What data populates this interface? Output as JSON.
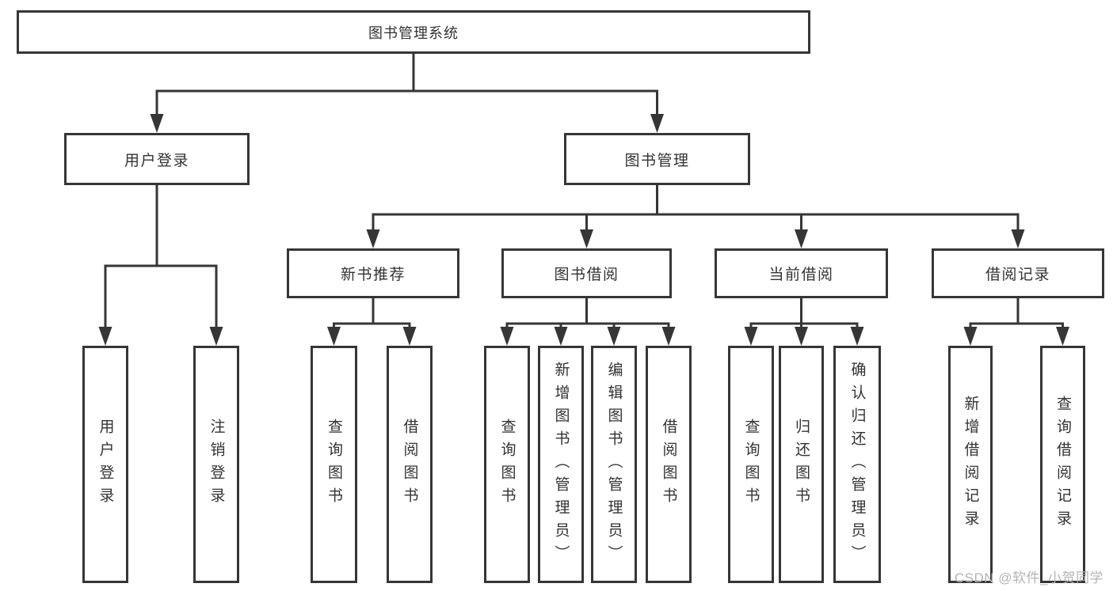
{
  "nodes": {
    "root": "图书管理系统",
    "user_login": "用户登录",
    "book_management": "图书管理",
    "new_book_recommend": "新书推荐",
    "book_borrowing": "图书借阅",
    "current_borrowing": "当前借阅",
    "borrowing_records": "借阅记录",
    "leaf_user_login": "用户登录",
    "leaf_logout": "注销登录",
    "leaf_rec_query": "查询图书",
    "leaf_rec_borrow": "借阅图书",
    "leaf_bor_query": "查询图书",
    "leaf_bor_add": "新增图书（管理员）",
    "leaf_bor_edit": "编辑图书（管理员）",
    "leaf_bor_borrow": "借阅图书",
    "leaf_cur_query": "查询图书",
    "leaf_cur_return": "归还图书",
    "leaf_cur_confirm": "确认归还（管理员）",
    "leaf_recd_add": "新增借阅记录",
    "leaf_recd_query": "查询借阅记录"
  },
  "hierarchy": {
    "root": [
      "user_login",
      "book_management"
    ],
    "user_login": [
      "leaf_user_login",
      "leaf_logout"
    ],
    "book_management": [
      "new_book_recommend",
      "book_borrowing",
      "current_borrowing",
      "borrowing_records"
    ],
    "new_book_recommend": [
      "leaf_rec_query",
      "leaf_rec_borrow"
    ],
    "book_borrowing": [
      "leaf_bor_query",
      "leaf_bor_add",
      "leaf_bor_edit",
      "leaf_bor_borrow"
    ],
    "current_borrowing": [
      "leaf_cur_query",
      "leaf_cur_return",
      "leaf_cur_confirm"
    ],
    "borrowing_records": [
      "leaf_recd_add",
      "leaf_recd_query"
    ]
  },
  "watermark": {
    "text": "CSDN @软件_小贺同学"
  },
  "colors": {
    "line": "#363636",
    "box_border": "#363636",
    "box_background": "#ffffff",
    "text": "#333333",
    "watermark": "#b4b4b4",
    "page_background": "#ffffff"
  }
}
